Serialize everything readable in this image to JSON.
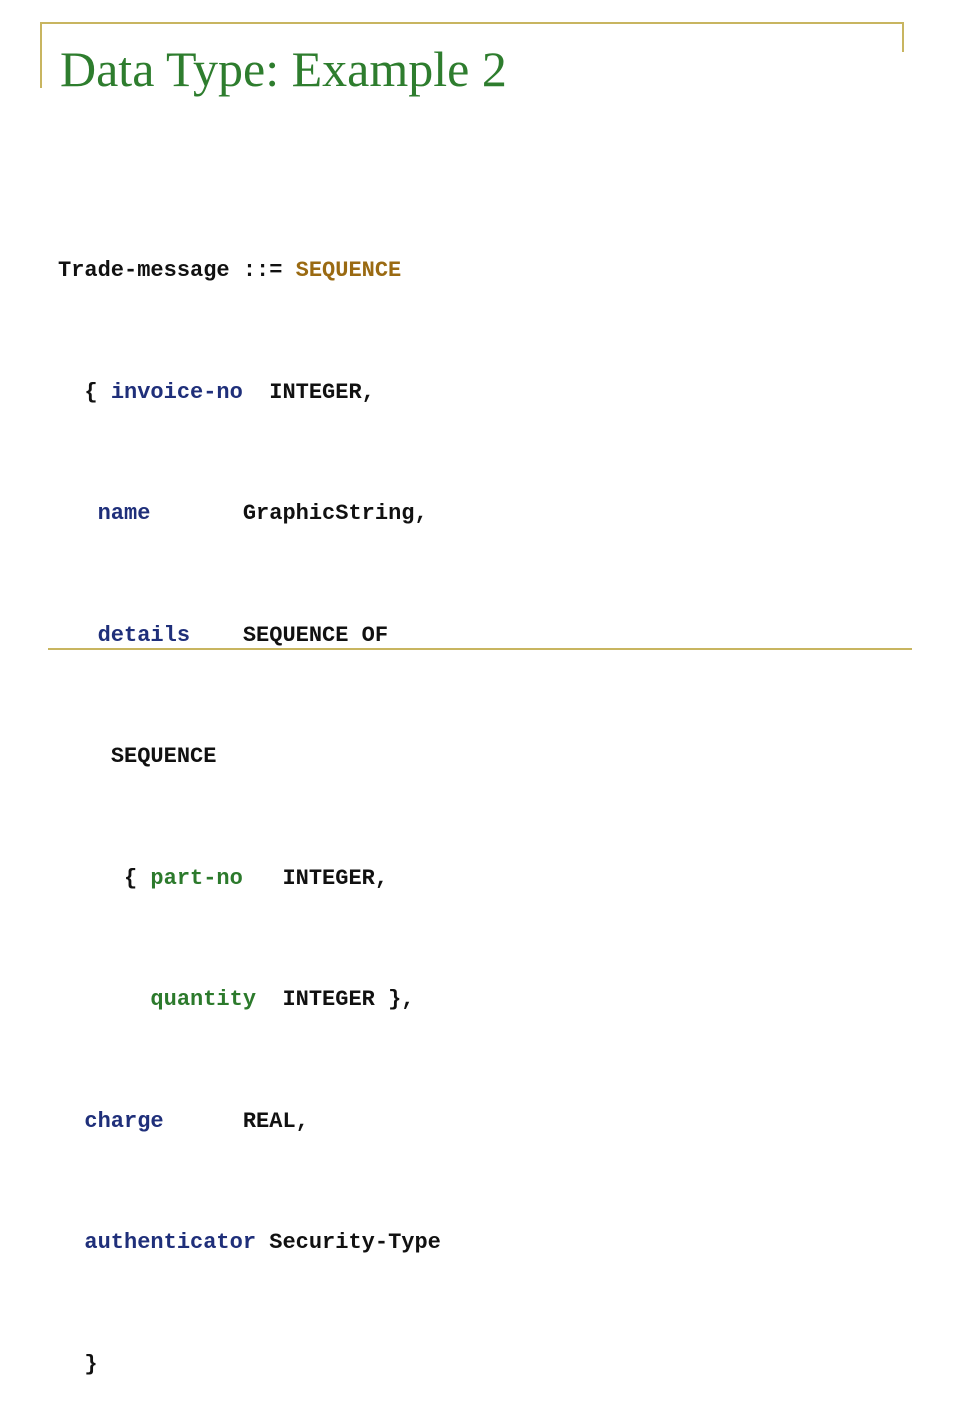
{
  "slide": {
    "title": "Data Type: Example 2"
  },
  "code": {
    "l1_name": "Trade-message ::= ",
    "l1_kw": "SEQUENCE",
    "l2_ind": "  { ",
    "l2_fld": "invoice-no",
    "l2_sp": "  ",
    "l2_type": "INTEGER,",
    "l3_ind": "   ",
    "l3_fld": "name",
    "l3_sp": "       ",
    "l3_type": "GraphicString,",
    "l4_ind": "   ",
    "l4_fld": "details",
    "l4_sp": "    ",
    "l4_type": "SEQUENCE OF",
    "l5_ind": "    ",
    "l5_type": "SEQUENCE",
    "l6_ind": "     { ",
    "l6_fld": "part-no",
    "l6_sp": "   ",
    "l6_type": "INTEGER,",
    "l7_ind": "       ",
    "l7_fld": "quantity",
    "l7_sp": "  ",
    "l7_type": "INTEGER },",
    "l8_ind": "  ",
    "l8_fld": "charge",
    "l8_sp": "      ",
    "l8_type": "REAL,",
    "l9_ind": "  ",
    "l9_fld": "authenticator",
    "l9_sp": " ",
    "l9_type": "Security-Type",
    "l10_close": "  }"
  },
  "colors": {
    "title": "#2e7d2e",
    "frame": "#c8b560",
    "keyword": "#9a6a12",
    "field": "#1f2f7a",
    "subfield": "#2c7a2c",
    "type": "#111111"
  }
}
